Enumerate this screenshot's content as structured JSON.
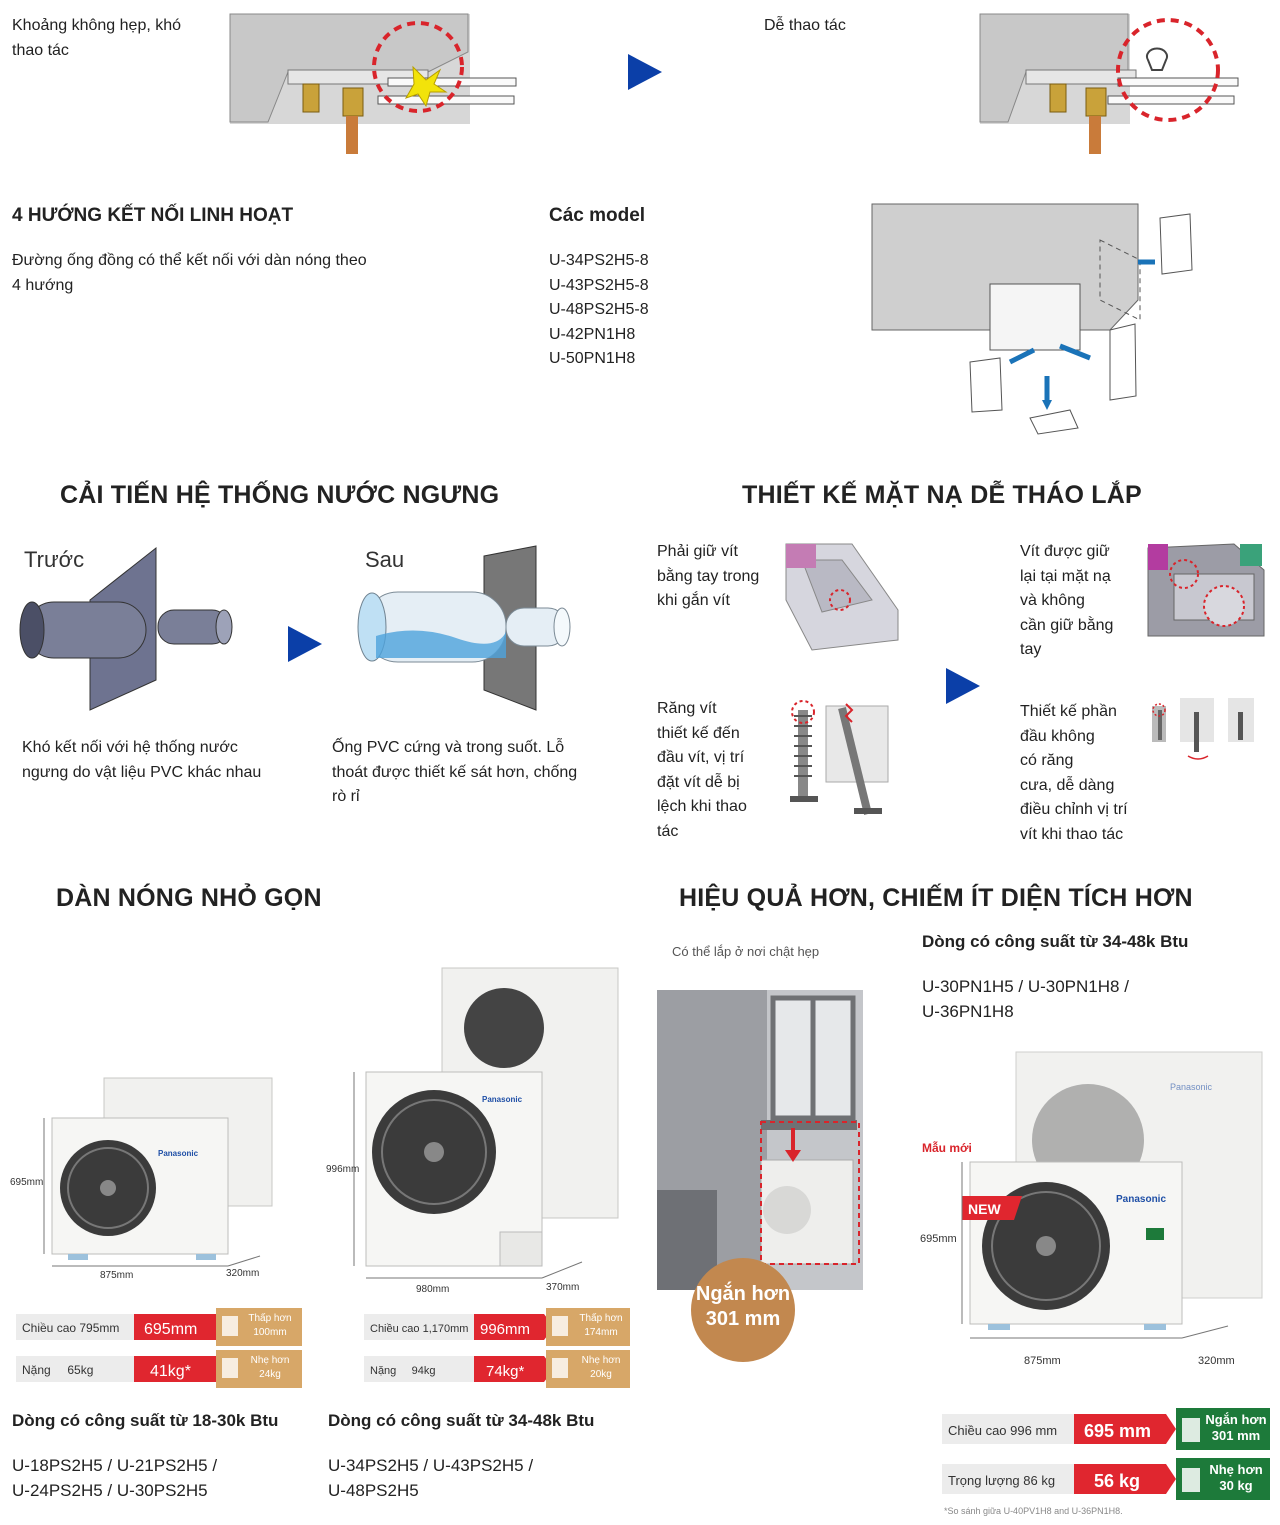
{
  "sec1": {
    "left_caption": "Khoảng không hẹp, khó\nthao tác",
    "right_caption": "Dễ thao tác"
  },
  "sec2": {
    "heading": "4 HƯỚNG KẾT NỐI LINH HOẠT",
    "description": "Đường ống đồng có thể kết nối với dàn nóng theo\n4 hướng",
    "models_heading": "Các model",
    "models": "U-34PS2H5-8\nU-43PS2H5-8\nU-48PS2H5-8\nU-42PN1H8\nU-50PN1H8"
  },
  "sec3": {
    "heading": "CẢI TIẾN HỆ THỐNG NƯỚC NGƯNG",
    "before_label": "Trước",
    "after_label": "Sau",
    "before_caption": "Khó kết nối với hệ thống nước\nngưng do vật liệu PVC khác nhau",
    "after_caption": "Ống PVC cứng và trong suốt. Lỗ\nthoát được thiết kế sát hơn,  chống\nrò rỉ"
  },
  "sec4": {
    "heading": "THIẾT KẾ MẶT NẠ DỄ THÁO LẮP",
    "note_1": "Phải giữ vít\nbằng tay trong\nkhi gắn vít",
    "note_2": "Răng vít\nthiết kế đến\nđầu vít, vị trí\nđặt vít dễ bị\nlệch khi thao\ntác",
    "note_3": "Vít được giữ\nlại tại mặt nạ\nvà không\ncần giữ bằng\ntay",
    "note_4": "Thiết kế phần\nđầu không\ncó răng\ncưa, dễ dàng\nđiều chỉnh vị trí\nvít khi thao tác"
  },
  "sec5": {
    "heading": "DÀN NÓNG NHỎ GỌN",
    "brand": "Panasonic",
    "unit_a": {
      "height_dim": "695mm",
      "width_dim": "875mm",
      "depth_dim": "320mm",
      "height_label": "Chiều cao 795mm",
      "height_new": "695mm",
      "height_badge": "Thấp hơn\n100mm",
      "weight_label": "Nặng     65kg",
      "weight_new": "41kg*",
      "weight_badge": "Nhẹ hơn\n24kg",
      "series_title": "Dòng có công suất từ 18-30k Btu",
      "models": "U-18PS2H5 / U-21PS2H5 /\nU-24PS2H5 / U-30PS2H5"
    },
    "unit_b": {
      "height_dim": "996mm",
      "width_dim": "980mm",
      "depth_dim": "370mm",
      "height_label": "Chiều cao 1,170mm",
      "height_new": "996mm",
      "height_badge": "Thấp hơn\n174mm",
      "weight_label": "Nặng     94kg",
      "weight_new": "74kg*",
      "weight_badge": "Nhẹ hơn\n20kg",
      "series_title": "Dòng có công suất từ 34-48k Btu",
      "models": "U-34PS2H5 / U-43PS2H5 /\nU-48PS2H5"
    }
  },
  "sec6": {
    "heading": "HIỆU QUẢ HƠN, CHIẾM ÍT DIỆN TÍCH HƠN",
    "room_caption": "Có thể lắp ở nơi chật hẹp",
    "shorter_badge": "Ngắn hơn\n301 mm",
    "series_title": "Dòng có công suất từ 34-48k Btu",
    "models": "U-30PN1H5 / U-30PN1H8 /\nU-36PN1H8",
    "new_model_label": "Mẫu mới",
    "new_tag": "NEW",
    "height_dim": "695mm",
    "width_dim": "875mm",
    "depth_dim": "320mm",
    "height_label": "Chiều cao 996 mm",
    "height_new": "695 mm",
    "height_badge": "Ngắn hơn\n301 mm",
    "weight_label": "Trọng lượng 86 kg",
    "weight_new": "56 kg",
    "weight_badge": "Nhẹ hơn\n30 kg",
    "footnote": "*So sánh giữa  U-40PV1H8 and U-36PN1H8."
  },
  "colors": {
    "arrow_blue": "#0b3fa8",
    "dash_red": "#d9242b",
    "badge_red": "#e0262f",
    "badge_tan": "#d7a768",
    "badge_green": "#1d7a3a",
    "pipe_blue": "#1a73b8",
    "unit_white": "#f4f4f2"
  }
}
